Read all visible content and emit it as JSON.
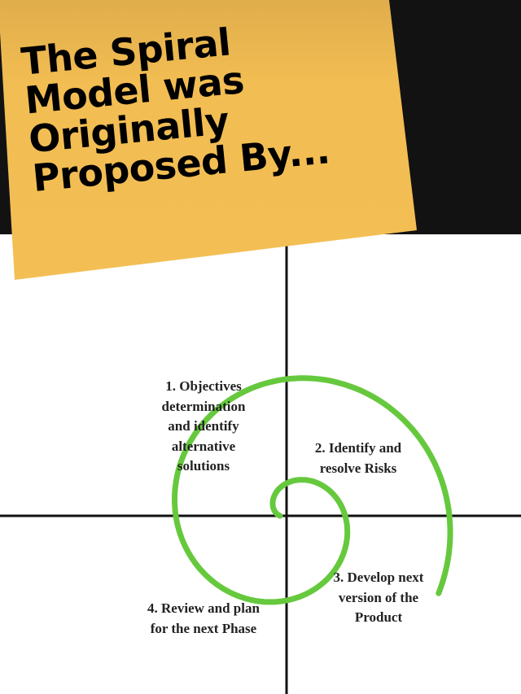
{
  "title_lines": [
    "The Spiral",
    "Model was",
    "Originally",
    "Proposed By..."
  ],
  "colors": {
    "card": "#f2bd52",
    "band": "#121212",
    "spiral": "#66c93d",
    "axis": "#111111"
  },
  "quadrants": [
    {
      "lines": [
        "1. Objectives",
        "determination",
        "and identify",
        "alternative",
        "solutions"
      ]
    },
    {
      "lines": [
        "2. Identify and",
        "resolve Risks"
      ]
    },
    {
      "lines": [
        "3. Develop next",
        "version of the",
        "Product"
      ]
    },
    {
      "lines": [
        "4. Review and plan",
        "for the next Phase"
      ]
    }
  ]
}
